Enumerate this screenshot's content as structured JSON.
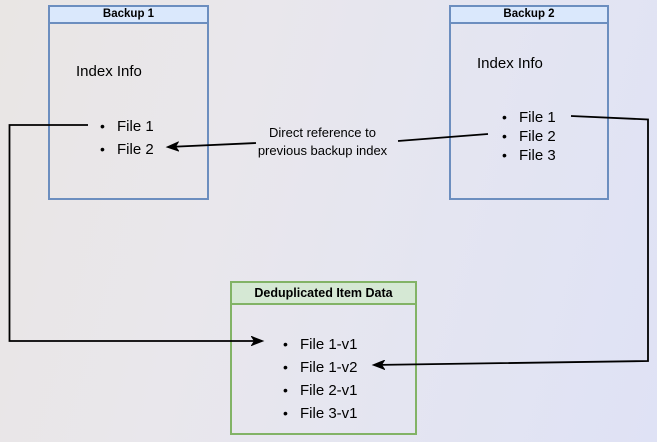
{
  "boxes": {
    "backup1": {
      "title": "Backup 1",
      "subtitle": "Index Info",
      "files": [
        "File 1",
        "File 2"
      ]
    },
    "backup2": {
      "title": "Backup 2",
      "subtitle": "Index Info",
      "files": [
        "File 1",
        "File 2",
        "File 3"
      ]
    },
    "dedup": {
      "title": "Deduplicated Item Data",
      "files": [
        "File 1-v1",
        "File 1-v2",
        "File 2-v1",
        "File 3-v1"
      ]
    }
  },
  "annotations": {
    "direct_reference": "Direct reference to\nprevious backup index"
  },
  "colors": {
    "blue_header": "#dae8fc",
    "blue_border": "#6c8ebf",
    "green_header": "#d5e8d4",
    "green_border": "#82b366",
    "arrow": "#000000",
    "text": "#000000"
  }
}
